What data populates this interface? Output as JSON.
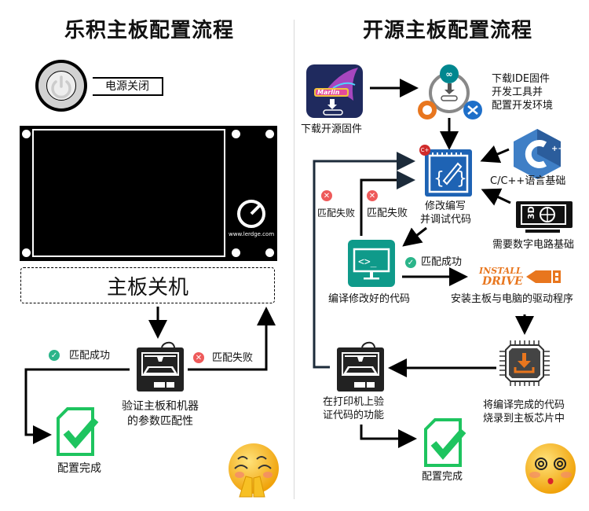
{
  "left": {
    "title": "乐积主板配置流程",
    "power_label": "电源关闭",
    "board_url": "www.lerdge.com",
    "board_off_label": "主板关机",
    "verify_label_1": "验证主板和机器",
    "verify_label_2": "的参数匹配性",
    "success_label": "匹配成功",
    "fail_label": "匹配失败",
    "done_label": "配置完成"
  },
  "right": {
    "title": "开源主板配置流程",
    "firmware_label": "下载开源固件",
    "marlin_logo": "Marlin",
    "ide_label_1": "下载IDE固件",
    "ide_label_2": "开发工具并",
    "ide_label_3": "配置开发环境",
    "cpp_label": "C/C++语言基础",
    "edit_label_1": "修改编写",
    "edit_label_2": "并调试代码",
    "digital_label": "需要数字电路基础",
    "fail_label_a": "匹配失败",
    "fail_label_b": "匹配失败",
    "compile_label": "编译修改好的代码",
    "success_label": "匹配成功",
    "install_logo_1": "INSTALL",
    "install_logo_2": "DRIVE",
    "driver_label": "安装主板与电脑的驱动程序",
    "flash_label_1": "将编译完成的代码",
    "flash_label_2": "烧录到主板芯片中",
    "printer_label_1": "在打印机上验",
    "printer_label_2": "证代码的功能",
    "done_label": "配置完成"
  },
  "colors": {
    "success": "#2bb58a",
    "fail": "#ee5a5a",
    "done_green": "#1ec45f",
    "teal": "#0f9a8a",
    "orange": "#e8761e",
    "navy": "#1c2b3a"
  }
}
